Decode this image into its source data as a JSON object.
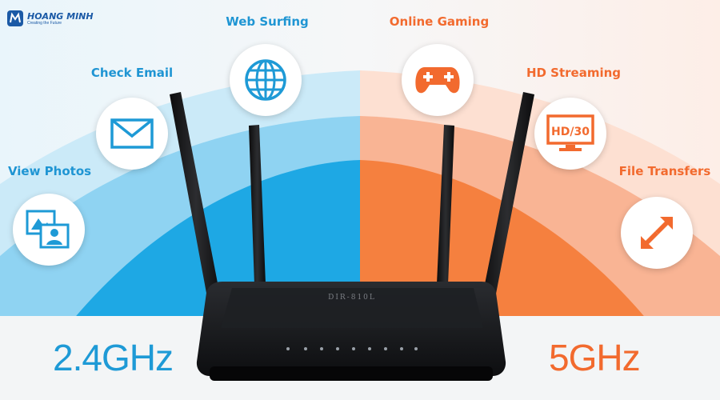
{
  "brand": {
    "name": "HOANG MINH",
    "tagline": "Creating the Future",
    "color": "#1b5aa6"
  },
  "colors": {
    "blue": "#1e9ad6",
    "light_blue": "#8fd3f2",
    "orange": "#f26a2e",
    "light_orange": "#f9b494"
  },
  "bands": [
    {
      "label": "2.4GHz",
      "color": "#1e9ad6"
    },
    {
      "label": "5GHz",
      "color": "#f26a2e"
    }
  ],
  "features": [
    {
      "label": "View Photos",
      "icon": "photos-icon",
      "band": "2.4GHz"
    },
    {
      "label": "Check Email",
      "icon": "envelope-icon",
      "band": "2.4GHz"
    },
    {
      "label": "Web Surfing",
      "icon": "globe-icon",
      "band": "2.4GHz"
    },
    {
      "label": "Online Gaming",
      "icon": "gamepad-icon",
      "band": "5GHz"
    },
    {
      "label": "HD Streaming",
      "icon": "tv-icon",
      "band": "5GHz",
      "icon_text": "HD/30"
    },
    {
      "label": "File Transfers",
      "icon": "transfer-arrows-icon",
      "band": "5GHz"
    }
  ],
  "router": {
    "model": "DIR-810L",
    "icon": "router-icon"
  }
}
